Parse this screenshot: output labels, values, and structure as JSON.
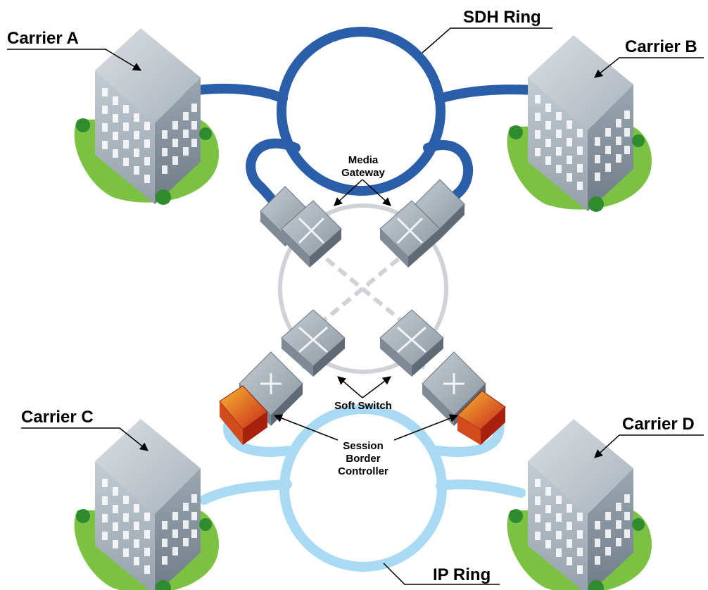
{
  "labels": {
    "sdh_ring": "SDH Ring",
    "ip_ring": "IP Ring",
    "carrier_a": "Carrier A",
    "carrier_b": "Carrier B",
    "carrier_c": "Carrier C",
    "carrier_d": "Carrier D",
    "media_gateway_line1": "Media",
    "media_gateway_line2": "Gateway",
    "soft_switch": "Soft Switch",
    "sbc_line1": "Session",
    "sbc_line2": "Border",
    "sbc_line3": "Controller"
  },
  "colors": {
    "sdh_ring": "#2a5ea8",
    "ip_ring": "#a8daf3",
    "core_ring": "#cfd2d6",
    "building": "#8d99a4",
    "grass": "#7cc242",
    "firewall": "#e0461e"
  }
}
